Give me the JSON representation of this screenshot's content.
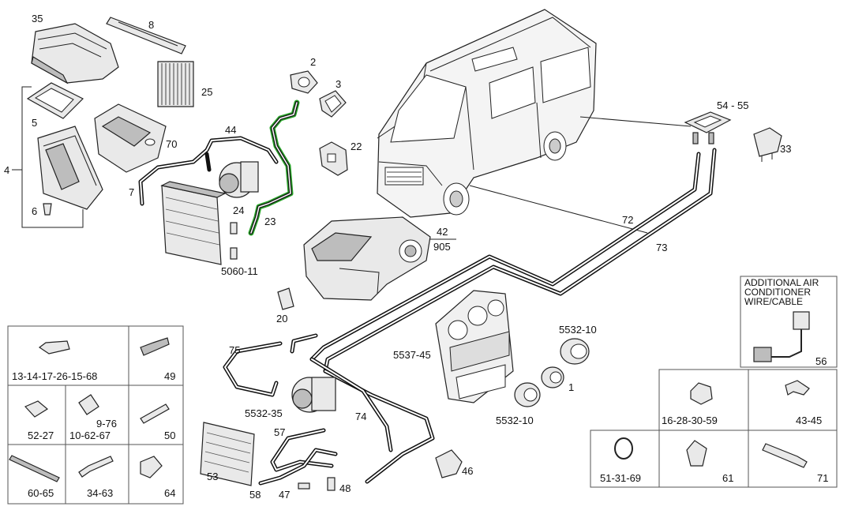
{
  "labels": {
    "l35": "35",
    "l8": "8",
    "l25": "25",
    "l5": "5",
    "l4": "4",
    "l6": "6",
    "l70": "70",
    "l7": "7",
    "l44": "44",
    "l2": "2",
    "l3": "3",
    "l22": "22",
    "l24": "24",
    "l23": "23",
    "l5060_11": "5060-11",
    "l42": "42",
    "l905": "905",
    "l20": "20",
    "l54_55": "54 - 55",
    "l33": "33",
    "l72": "72",
    "l73": "73",
    "l75": "75",
    "l5532_10a": "5532-10",
    "l5537_45": "5537-45",
    "l1": "1",
    "l5532_10b": "5532-10",
    "l74": "74",
    "l5532_35": "5532-35",
    "l57": "57",
    "l46": "46",
    "l53": "53",
    "l58": "58",
    "l47": "47",
    "l48": "48",
    "l56": "56"
  },
  "note": {
    "line1": "ADDITIONAL AIR",
    "line2": "CONDITIONER",
    "line3": "WIRE/CABLE"
  },
  "left_grid": {
    "c1": "13-14-17-26-15-68",
    "c2": "49",
    "c3": "52-27",
    "c4a": "9-76",
    "c4b": "10-62-67",
    "c5": "50",
    "c6": "60-65",
    "c7": "34-63",
    "c8": "64"
  },
  "right_grid": {
    "c1": "16-28-30-59",
    "c2": "43-45",
    "c3": "51-31-69",
    "c4": "61",
    "c5": "71"
  },
  "colors": {
    "highlight": "#2aa52a",
    "ink": "#222222"
  }
}
